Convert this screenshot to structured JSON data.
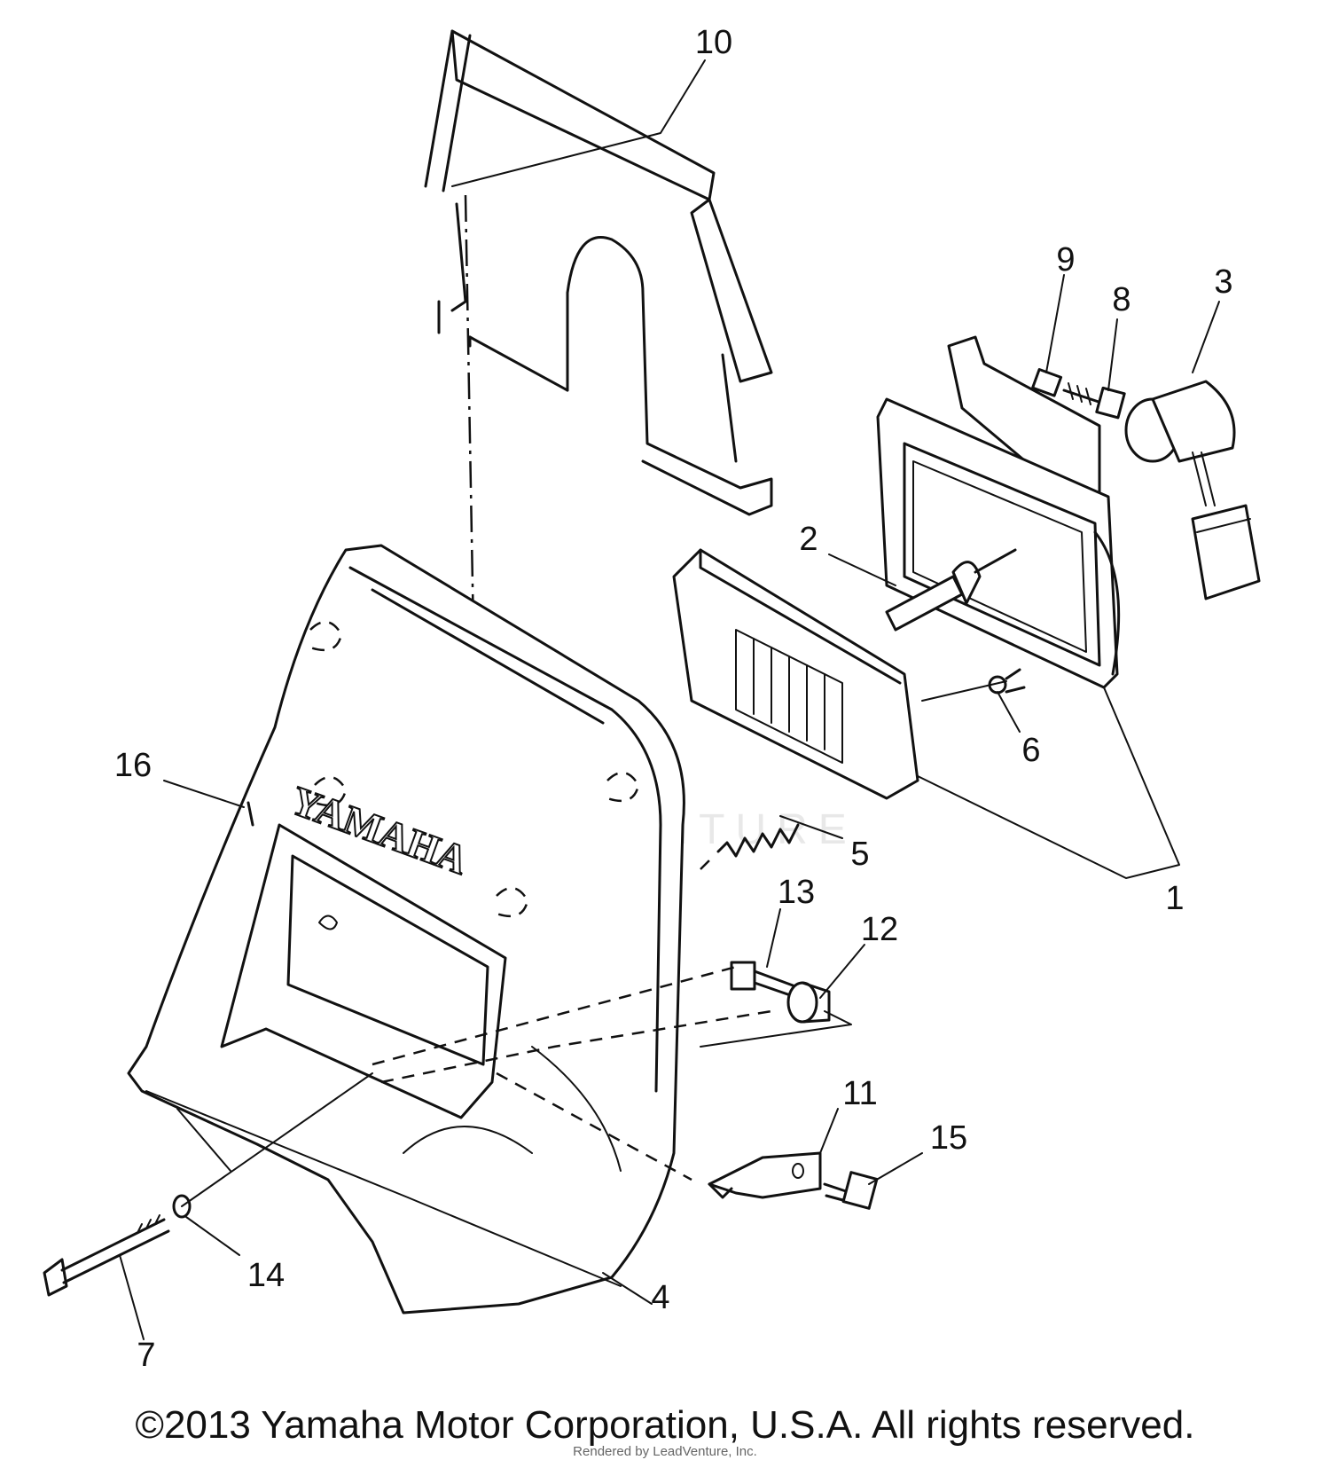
{
  "callouts": [
    {
      "id": "1",
      "label": "1"
    },
    {
      "id": "2",
      "label": "2"
    },
    {
      "id": "3",
      "label": "3"
    },
    {
      "id": "4",
      "label": "4"
    },
    {
      "id": "5",
      "label": "5"
    },
    {
      "id": "6",
      "label": "6"
    },
    {
      "id": "7",
      "label": "7"
    },
    {
      "id": "8",
      "label": "8"
    },
    {
      "id": "9",
      "label": "9"
    },
    {
      "id": "10",
      "label": "10"
    },
    {
      "id": "11",
      "label": "11"
    },
    {
      "id": "12",
      "label": "12"
    },
    {
      "id": "13",
      "label": "13"
    },
    {
      "id": "14",
      "label": "14"
    },
    {
      "id": "15",
      "label": "15"
    },
    {
      "id": "16",
      "label": "16"
    }
  ],
  "brand_text": "YAMAHA",
  "watermark": "LEADVENTURE",
  "copyright": "©2013 Yamaha Motor Corporation, U.S.A. All rights reserved.",
  "render_note": "Rendered by LeadVenture, Inc."
}
